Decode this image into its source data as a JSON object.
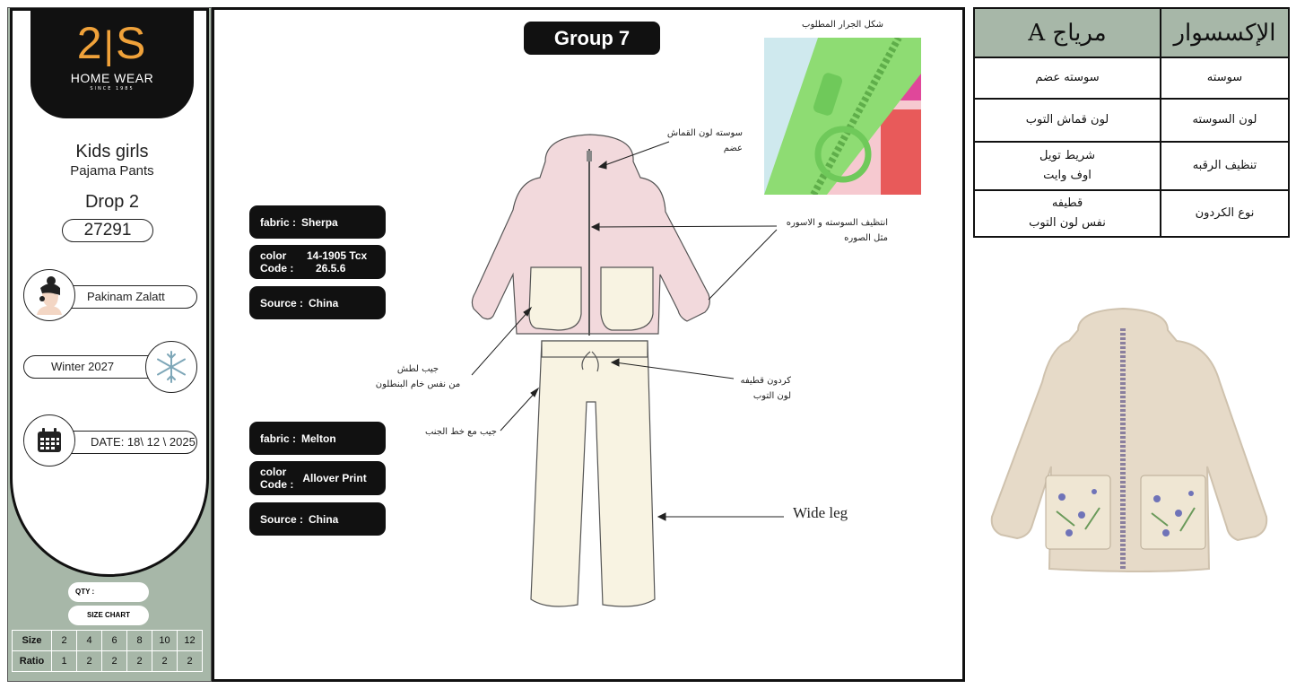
{
  "brand": {
    "mark_left": "2",
    "mark_right": "S",
    "name": "HOME WEAR",
    "tagline": "SINCE 1985"
  },
  "product": {
    "title": "Kids girls",
    "subtitle": "Pajama Pants",
    "drop": "Drop 2",
    "style_no": "27291"
  },
  "designer": {
    "name": "Pakinam Zalatt"
  },
  "season": {
    "label": "Winter  2027"
  },
  "date": {
    "label": "DATE: 18\\ 12 \\ 2025"
  },
  "qty": {
    "label": "QTY :"
  },
  "size_chart": {
    "label": "SIZE CHART"
  },
  "size_table": {
    "size_label": "Size",
    "ratio_label": "Ratio",
    "sizes": [
      "2",
      "4",
      "6",
      "8",
      "10",
      "12"
    ],
    "ratios": [
      "1",
      "2",
      "2",
      "2",
      "2",
      "2"
    ]
  },
  "group": {
    "label": "Group 7"
  },
  "top_spec": {
    "fabric_key": "fabric :",
    "fabric_val": "Sherpa",
    "color_key": "color",
    "color_val": "14-1905 Tcx",
    "code_key": "Code :",
    "code_val": "26.5.6",
    "source_key": "Source :",
    "source_val": "China"
  },
  "bottom_spec": {
    "fabric_key": "fabric :",
    "fabric_val": "Melton",
    "color_key": "color",
    "code_key": "Code :",
    "color_val": "Allover Print",
    "source_key": "Source :",
    "source_val": "China"
  },
  "notes": {
    "zip_caption": "شكل الجرار المطلوب",
    "zip_color_1": "سوسته لون القماش",
    "zip_color_2": "عضم",
    "finish_1": "انتظيف السوسته و الاسوره",
    "finish_2": "مثل الصوره",
    "pocket_1": "جيب لطش",
    "pocket_2": "من نفس خام البنطلون",
    "side_pocket": "جيب مع خط الجنب",
    "cord_1": "كردون قطيفه",
    "cord_2": "لون التوب",
    "wide_leg": "Wide leg"
  },
  "accessories": {
    "header_label": "الإكسسوار",
    "header_value": "مرياج A",
    "rows": [
      {
        "label": "سوسته",
        "value_1": "سوسته عضم",
        "value_2": ""
      },
      {
        "label": "لون السوسته",
        "value_1": "لون قماش التوب",
        "value_2": ""
      },
      {
        "label": "تنظيف الرقبه",
        "value_1": "شريط تويل",
        "value_2": "اوف وايت"
      },
      {
        "label": "نوع الكردون",
        "value_1": "قطيفه",
        "value_2": "نفس لون التوب"
      }
    ]
  },
  "colors": {
    "sage": "#a7b7a8",
    "logo_orange": "#f0a23a",
    "jacket_pink": "#f2d9dc",
    "pants_cream": "#f8f3e2",
    "zip_green": "#8edc73",
    "sherpa_beige": "#e6dac8"
  }
}
